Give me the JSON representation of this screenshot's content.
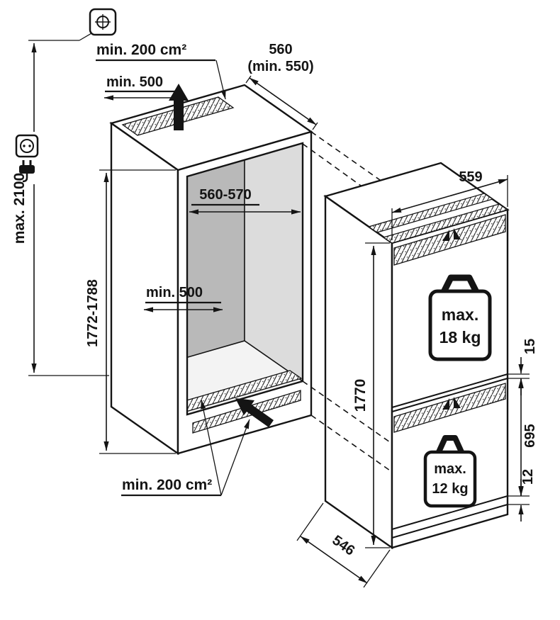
{
  "labels": {
    "ceiling_height": "max. 2100",
    "top_vent_area": "min. 200 cm²",
    "top_vent_width": "min. 500",
    "niche_depth_value": "560",
    "niche_depth_min": "(min. 550)",
    "niche_width": "560-570",
    "niche_height": "1772-1788",
    "floor_clear_width": "min. 500",
    "bottom_vent_area": "min. 200 cm²",
    "appliance_width": "559",
    "appliance_height": "1770",
    "appliance_depth": "546",
    "top_door_gap": "15",
    "lower_front_height": "695",
    "bottom_gap": "12",
    "upper_load_prefix": "max.",
    "upper_load_value": "18 kg",
    "lower_load_prefix": "max.",
    "lower_load_value": "12 kg"
  },
  "colors": {
    "line": "#141414",
    "niche_back_wall": "#b9b9b9",
    "niche_side_wall": "#dcdcdc",
    "niche_floor": "#f3f3f3",
    "paper": "#ffffff"
  },
  "icons": {
    "ceiling_datum": "ceiling-datum-icon",
    "power_socket": "power-socket-icon",
    "power_plug": "power-plug-icon",
    "airflow_up": "airflow-up-arrow",
    "airflow_in": "airflow-in-arrow",
    "upper_weight": "weight-icon",
    "lower_weight": "weight-icon"
  }
}
